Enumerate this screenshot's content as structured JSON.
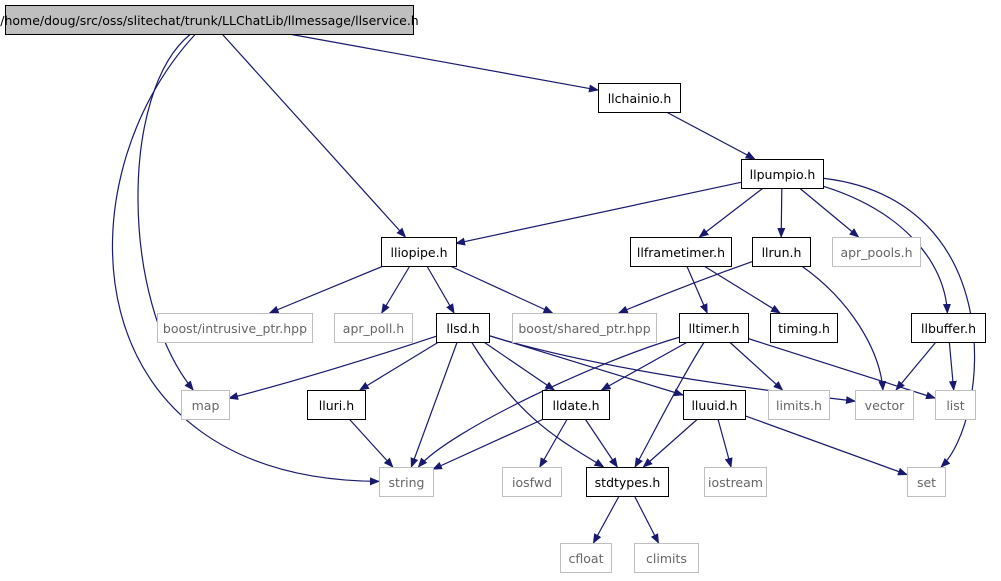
{
  "diagram": {
    "type": "include-dependency-graph",
    "root": "/home/doug/src/oss/slitechat/trunk/LLChatLib/llmessage/llservice.h",
    "colors": {
      "edge": "#191970",
      "root_fill": "#bfbfbf",
      "documented_border": "#000000",
      "external_border": "#bfbfbf",
      "documented_text": "#000000",
      "external_text": "#666666"
    },
    "nodes": [
      {
        "id": "llservice_h",
        "label": "/home/doug/src/oss/slitechat/trunk/LLChatLib/llmessage/llservice.h",
        "kind": "root"
      },
      {
        "id": "llchainio_h",
        "label": "llchainio.h",
        "kind": "documented"
      },
      {
        "id": "llpumpio_h",
        "label": "llpumpio.h",
        "kind": "documented"
      },
      {
        "id": "lliopipe_h",
        "label": "lliopipe.h",
        "kind": "documented"
      },
      {
        "id": "llframetimer_h",
        "label": "llframetimer.h",
        "kind": "documented"
      },
      {
        "id": "llrun_h",
        "label": "llrun.h",
        "kind": "documented"
      },
      {
        "id": "apr_pools_h",
        "label": "apr_pools.h",
        "kind": "external"
      },
      {
        "id": "boost_intrusive_ptr",
        "label": "boost/intrusive_ptr.hpp",
        "kind": "external"
      },
      {
        "id": "apr_poll_h",
        "label": "apr_poll.h",
        "kind": "external"
      },
      {
        "id": "llsd_h",
        "label": "llsd.h",
        "kind": "documented"
      },
      {
        "id": "boost_shared_ptr",
        "label": "boost/shared_ptr.hpp",
        "kind": "external"
      },
      {
        "id": "lltimer_h",
        "label": "lltimer.h",
        "kind": "documented"
      },
      {
        "id": "timing_h",
        "label": "timing.h",
        "kind": "documented"
      },
      {
        "id": "llbuffer_h",
        "label": "llbuffer.h",
        "kind": "documented"
      },
      {
        "id": "map",
        "label": "map",
        "kind": "external"
      },
      {
        "id": "lluri_h",
        "label": "lluri.h",
        "kind": "documented"
      },
      {
        "id": "lldate_h",
        "label": "lldate.h",
        "kind": "documented"
      },
      {
        "id": "lluuid_h",
        "label": "lluuid.h",
        "kind": "documented"
      },
      {
        "id": "limits_h",
        "label": "limits.h",
        "kind": "external"
      },
      {
        "id": "vector",
        "label": "vector",
        "kind": "external"
      },
      {
        "id": "list",
        "label": "list",
        "kind": "external"
      },
      {
        "id": "string",
        "label": "string",
        "kind": "external"
      },
      {
        "id": "iosfwd",
        "label": "iosfwd",
        "kind": "external"
      },
      {
        "id": "stdtypes_h",
        "label": "stdtypes.h",
        "kind": "documented"
      },
      {
        "id": "iostream",
        "label": "iostream",
        "kind": "external"
      },
      {
        "id": "set",
        "label": "set",
        "kind": "external"
      },
      {
        "id": "cfloat",
        "label": "cfloat",
        "kind": "external"
      },
      {
        "id": "climits",
        "label": "climits",
        "kind": "external"
      }
    ],
    "edges": [
      {
        "from": "llservice_h",
        "to": "llchainio_h"
      },
      {
        "from": "llservice_h",
        "to": "lliopipe_h"
      },
      {
        "from": "llservice_h",
        "to": "map"
      },
      {
        "from": "llservice_h",
        "to": "string"
      },
      {
        "from": "llchainio_h",
        "to": "llpumpio_h"
      },
      {
        "from": "llpumpio_h",
        "to": "lliopipe_h"
      },
      {
        "from": "llpumpio_h",
        "to": "llframetimer_h"
      },
      {
        "from": "llpumpio_h",
        "to": "llrun_h"
      },
      {
        "from": "llpumpio_h",
        "to": "apr_pools_h"
      },
      {
        "from": "llpumpio_h",
        "to": "llbuffer_h"
      },
      {
        "from": "llpumpio_h",
        "to": "set"
      },
      {
        "from": "lliopipe_h",
        "to": "boost_intrusive_ptr"
      },
      {
        "from": "lliopipe_h",
        "to": "apr_poll_h"
      },
      {
        "from": "lliopipe_h",
        "to": "llsd_h"
      },
      {
        "from": "lliopipe_h",
        "to": "boost_shared_ptr"
      },
      {
        "from": "llframetimer_h",
        "to": "lltimer_h"
      },
      {
        "from": "llframetimer_h",
        "to": "timing_h"
      },
      {
        "from": "llrun_h",
        "to": "boost_shared_ptr"
      },
      {
        "from": "llrun_h",
        "to": "vector"
      },
      {
        "from": "lltimer_h",
        "to": "lldate_h"
      },
      {
        "from": "lltimer_h",
        "to": "stdtypes_h"
      },
      {
        "from": "lltimer_h",
        "to": "limits_h"
      },
      {
        "from": "lltimer_h",
        "to": "list"
      },
      {
        "from": "lltimer_h",
        "to": "string"
      },
      {
        "from": "llbuffer_h",
        "to": "vector"
      },
      {
        "from": "llbuffer_h",
        "to": "list"
      },
      {
        "from": "llsd_h",
        "to": "map"
      },
      {
        "from": "llsd_h",
        "to": "lluri_h"
      },
      {
        "from": "llsd_h",
        "to": "string"
      },
      {
        "from": "llsd_h",
        "to": "lldate_h"
      },
      {
        "from": "llsd_h",
        "to": "stdtypes_h"
      },
      {
        "from": "llsd_h",
        "to": "lluuid_h"
      },
      {
        "from": "llsd_h",
        "to": "vector"
      },
      {
        "from": "lluri_h",
        "to": "string"
      },
      {
        "from": "lldate_h",
        "to": "string"
      },
      {
        "from": "lldate_h",
        "to": "iosfwd"
      },
      {
        "from": "lldate_h",
        "to": "stdtypes_h"
      },
      {
        "from": "lluuid_h",
        "to": "stdtypes_h"
      },
      {
        "from": "lluuid_h",
        "to": "iostream"
      },
      {
        "from": "lluuid_h",
        "to": "set"
      },
      {
        "from": "stdtypes_h",
        "to": "cfloat"
      },
      {
        "from": "stdtypes_h",
        "to": "climits"
      }
    ]
  }
}
